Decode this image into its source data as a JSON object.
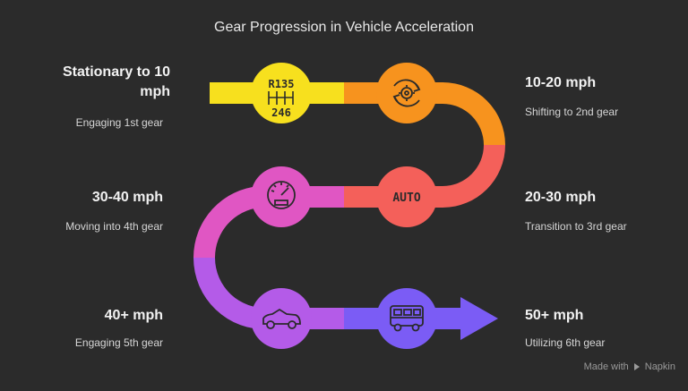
{
  "title": "Gear Progression in Vehicle Acceleration",
  "steps": [
    {
      "title": "Stationary to 10 mph",
      "desc": "Engaging 1st gear",
      "color": "#f7e01e",
      "icon": "gear-shifter-icon",
      "icon_label_top": "R135",
      "icon_label_bottom": "246"
    },
    {
      "title": "10-20 mph",
      "desc": "Shifting to 2nd gear",
      "color": "#f7931e",
      "icon": "gear-cycle-icon"
    },
    {
      "title": "20-30 mph",
      "desc": "Transition to 3rd gear",
      "color": "#f4605a",
      "icon": "auto-text-icon",
      "icon_label": "AUTO"
    },
    {
      "title": "30-40 mph",
      "desc": "Moving into 4th gear",
      "color": "#e056c3",
      "icon": "speedometer-icon"
    },
    {
      "title": "40+ mph",
      "desc": "Engaging 5th gear",
      "color": "#b45be8",
      "icon": "convertible-car-icon"
    },
    {
      "title": "50+ mph",
      "desc": "Utilizing 6th gear",
      "color": "#7b5cf5",
      "icon": "camper-van-icon"
    }
  ],
  "footer": {
    "made_with": "Made with",
    "brand": "Napkin"
  }
}
